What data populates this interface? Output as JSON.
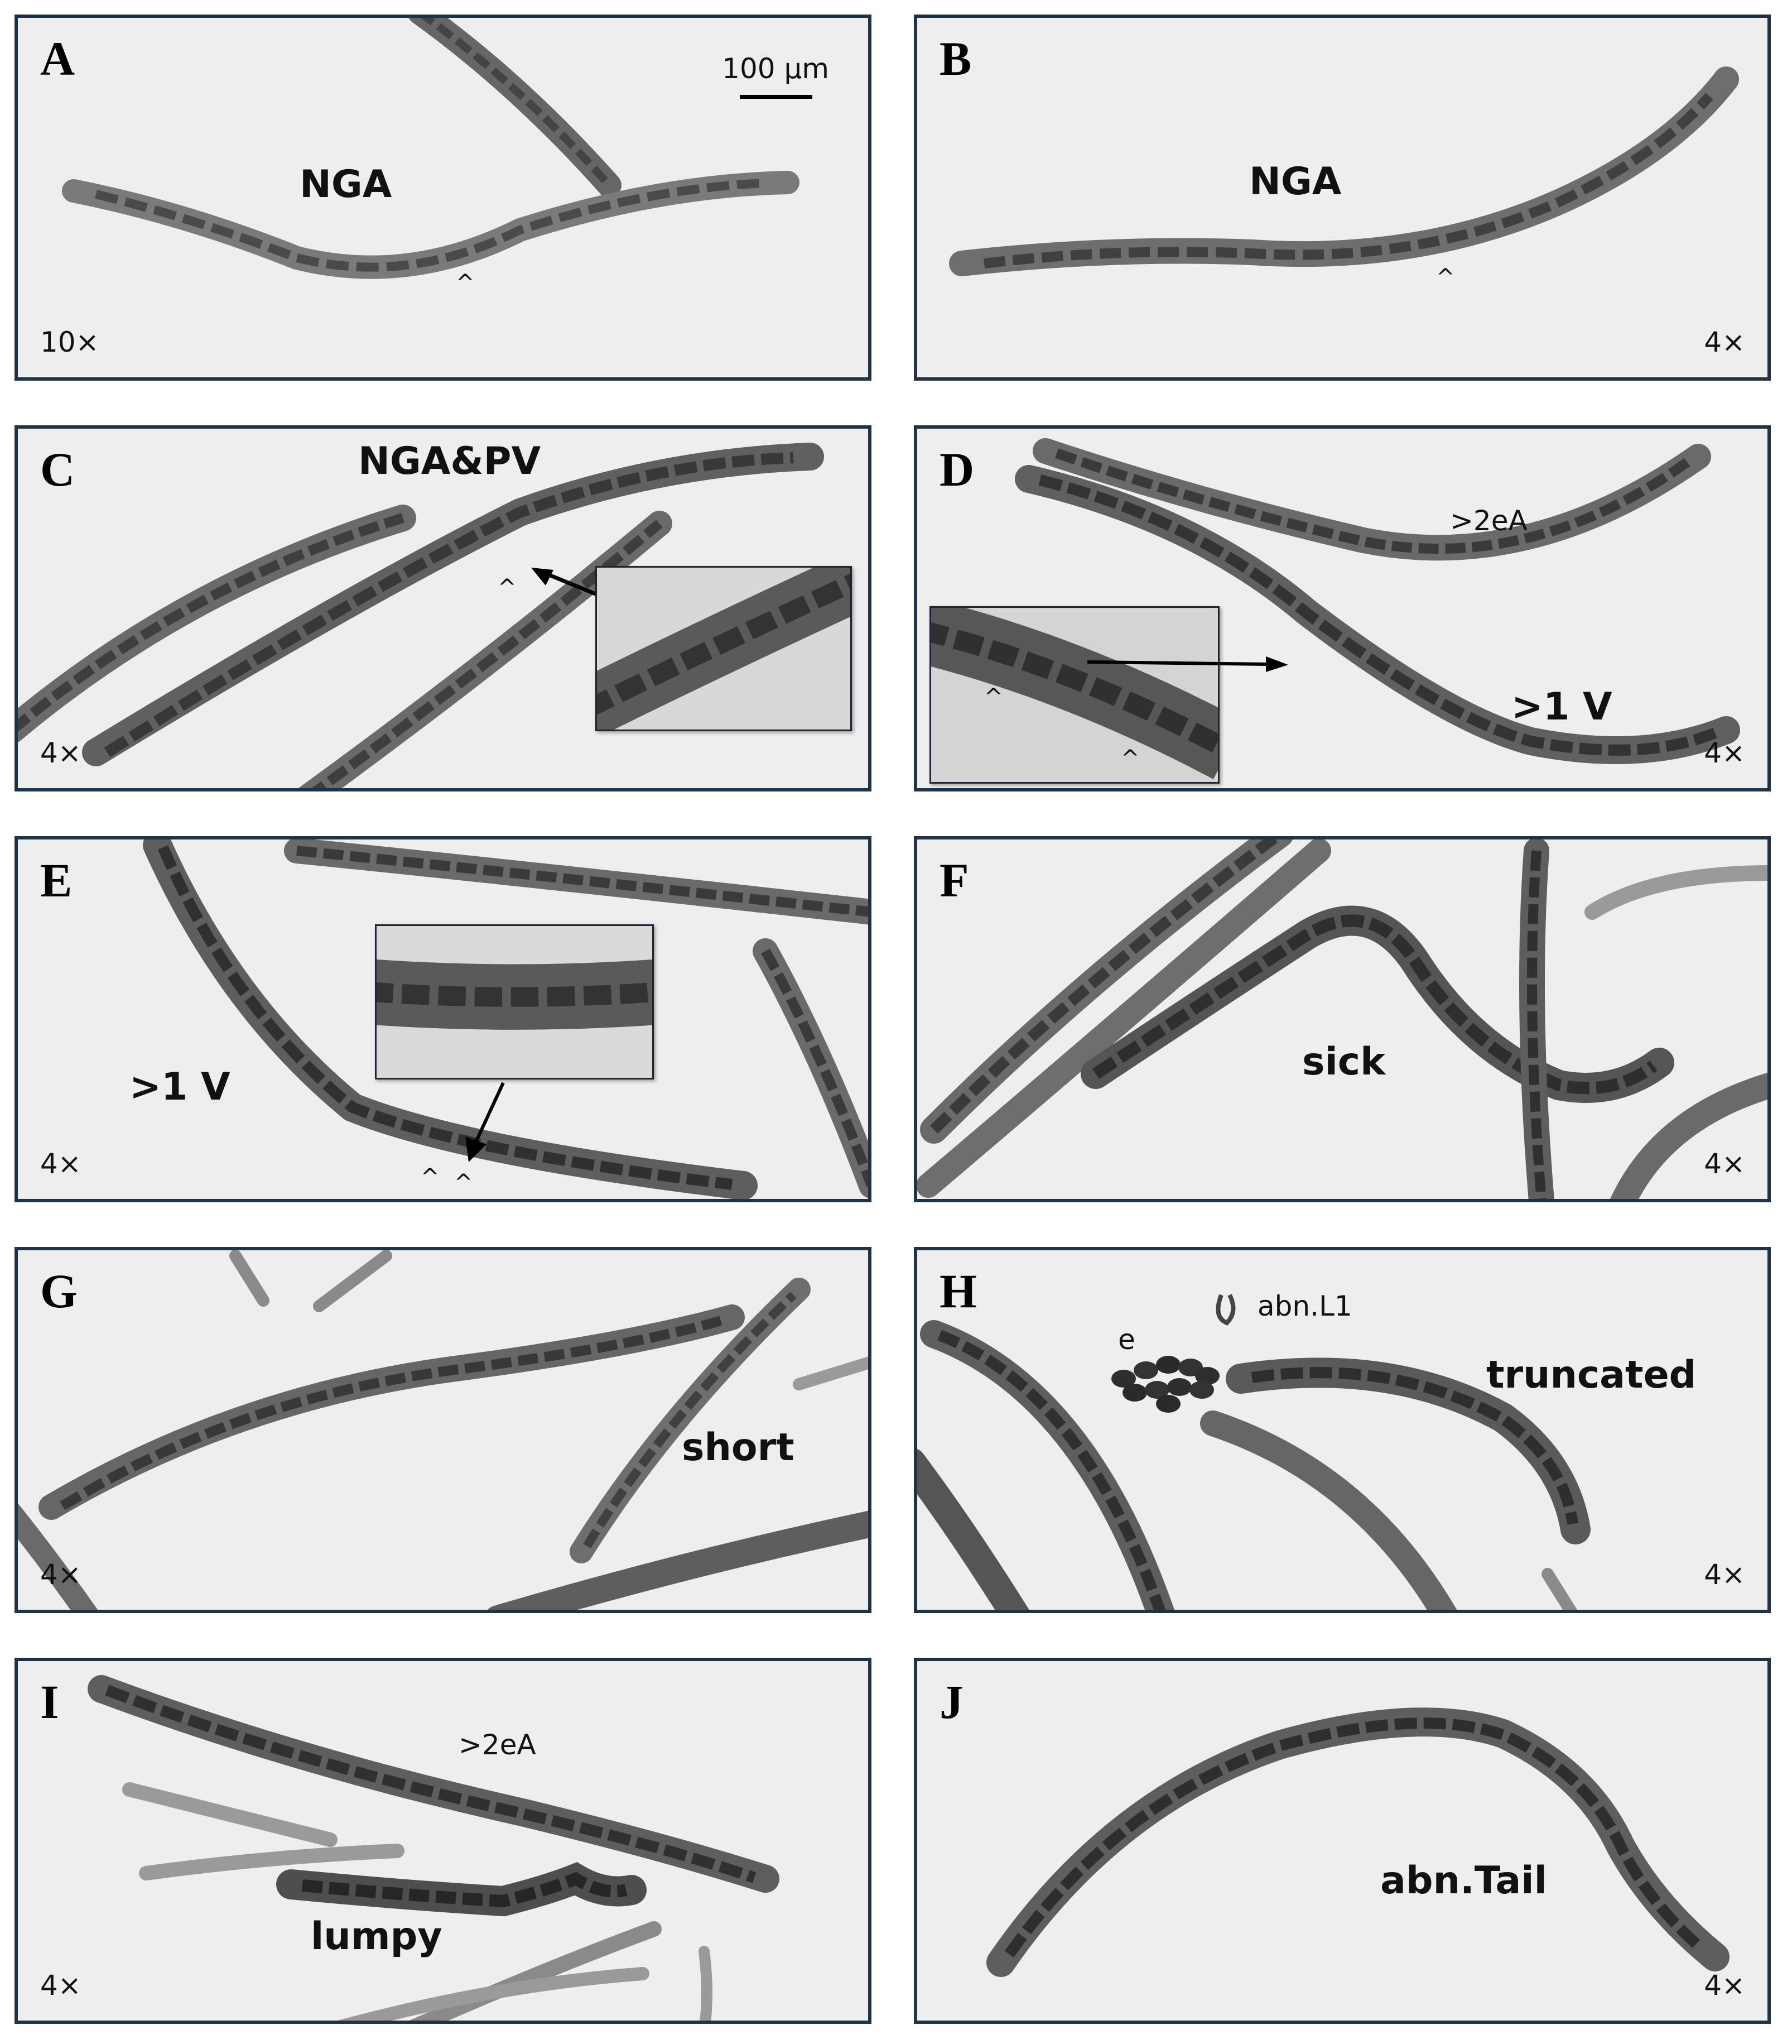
{
  "panels": [
    {
      "letter": "A",
      "mag": "10×",
      "labels": [
        "NGA"
      ],
      "scalebar": "100 µm",
      "caret": "^"
    },
    {
      "letter": "B",
      "mag": "4×",
      "labels": [
        "NGA"
      ],
      "caret": "^"
    },
    {
      "letter": "C",
      "mag": "4×",
      "labels": [
        "NGA&PV"
      ],
      "caret": "^"
    },
    {
      "letter": "D",
      "mag": "4×",
      "labels": [
        ">2eA",
        ">1 V"
      ],
      "caret": "^"
    },
    {
      "letter": "E",
      "mag": "4×",
      "labels": [
        ">1 V"
      ],
      "caret": "^"
    },
    {
      "letter": "F",
      "mag": "4×",
      "labels": [
        "sick"
      ]
    },
    {
      "letter": "G",
      "mag": "4×",
      "labels": [
        "short"
      ]
    },
    {
      "letter": "H",
      "mag": "4×",
      "labels": [
        "abn.L1",
        "e",
        "truncated"
      ]
    },
    {
      "letter": "I",
      "mag": "4×",
      "labels": [
        ">2eA",
        "lumpy"
      ]
    },
    {
      "letter": "J",
      "mag": "4×",
      "labels": [
        "abn.Tail"
      ]
    }
  ]
}
